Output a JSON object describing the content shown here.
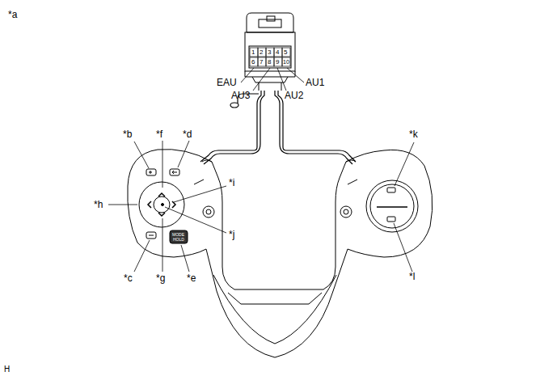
{
  "diagram": {
    "labels": [
      "*a",
      "1",
      "2",
      "3",
      "4",
      "5",
      "6",
      "7",
      "8",
      "9",
      "10",
      "EAU",
      "AU3",
      "AU2",
      "AU1",
      "*b",
      "*f",
      "*d",
      "*i",
      "*h",
      "*j",
      "*c",
      "*g",
      "*e",
      "MODE",
      "HOLD",
      "*k",
      "*l",
      "H"
    ]
  }
}
